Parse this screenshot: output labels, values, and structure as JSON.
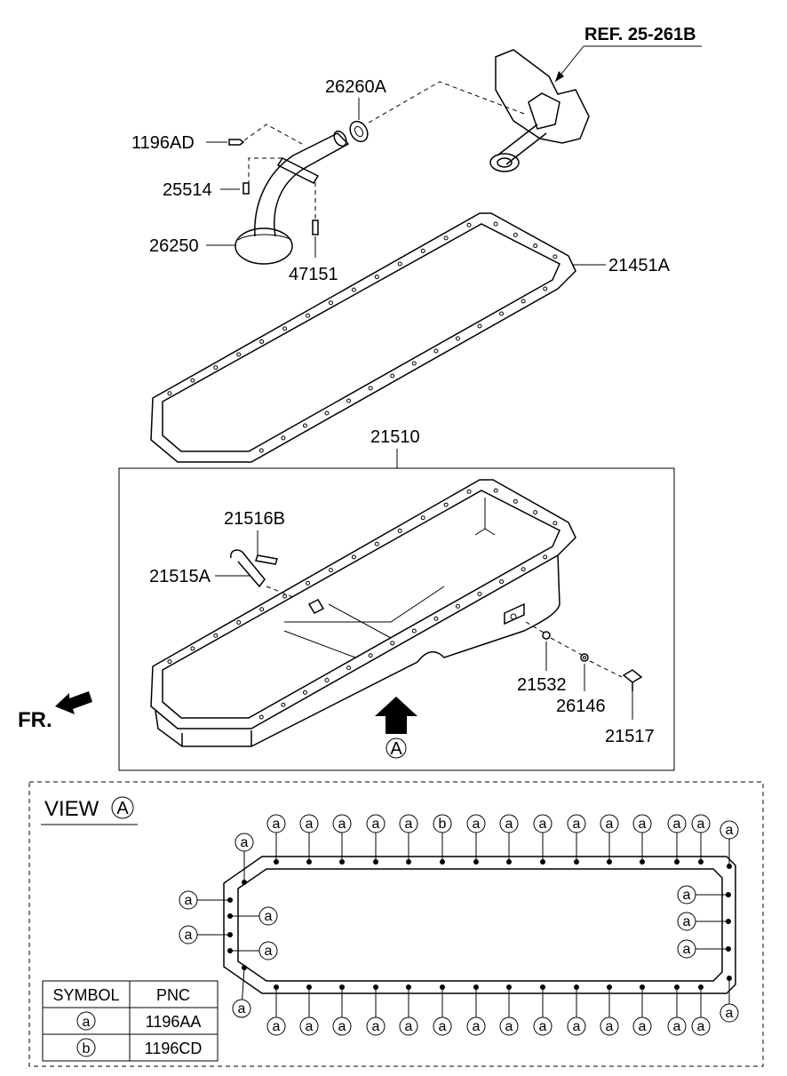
{
  "ref_label": "REF. 25-261B",
  "part_labels": {
    "p26260A": "26260A",
    "p1196AD": "1196AD",
    "p25514": "25514",
    "p26250": "26250",
    "p47151": "47151",
    "p21451A": "21451A",
    "p21510": "21510",
    "p21516B": "21516B",
    "p21515A": "21515A",
    "p21532": "21532",
    "p26146": "26146",
    "p21517": "21517"
  },
  "fr_label": "FR.",
  "view_marker": "A",
  "view_title": "VIEW",
  "view_letter": "A",
  "symbol_a": "a",
  "symbol_b": "b",
  "table": {
    "headers": [
      "SYMBOL",
      "PNC"
    ],
    "rows": [
      {
        "symbol": "a",
        "pnc": "1196AA"
      },
      {
        "symbol": "b",
        "pnc": "1196CD"
      }
    ]
  },
  "colors": {
    "line": "#000000",
    "background": "#ffffff"
  }
}
